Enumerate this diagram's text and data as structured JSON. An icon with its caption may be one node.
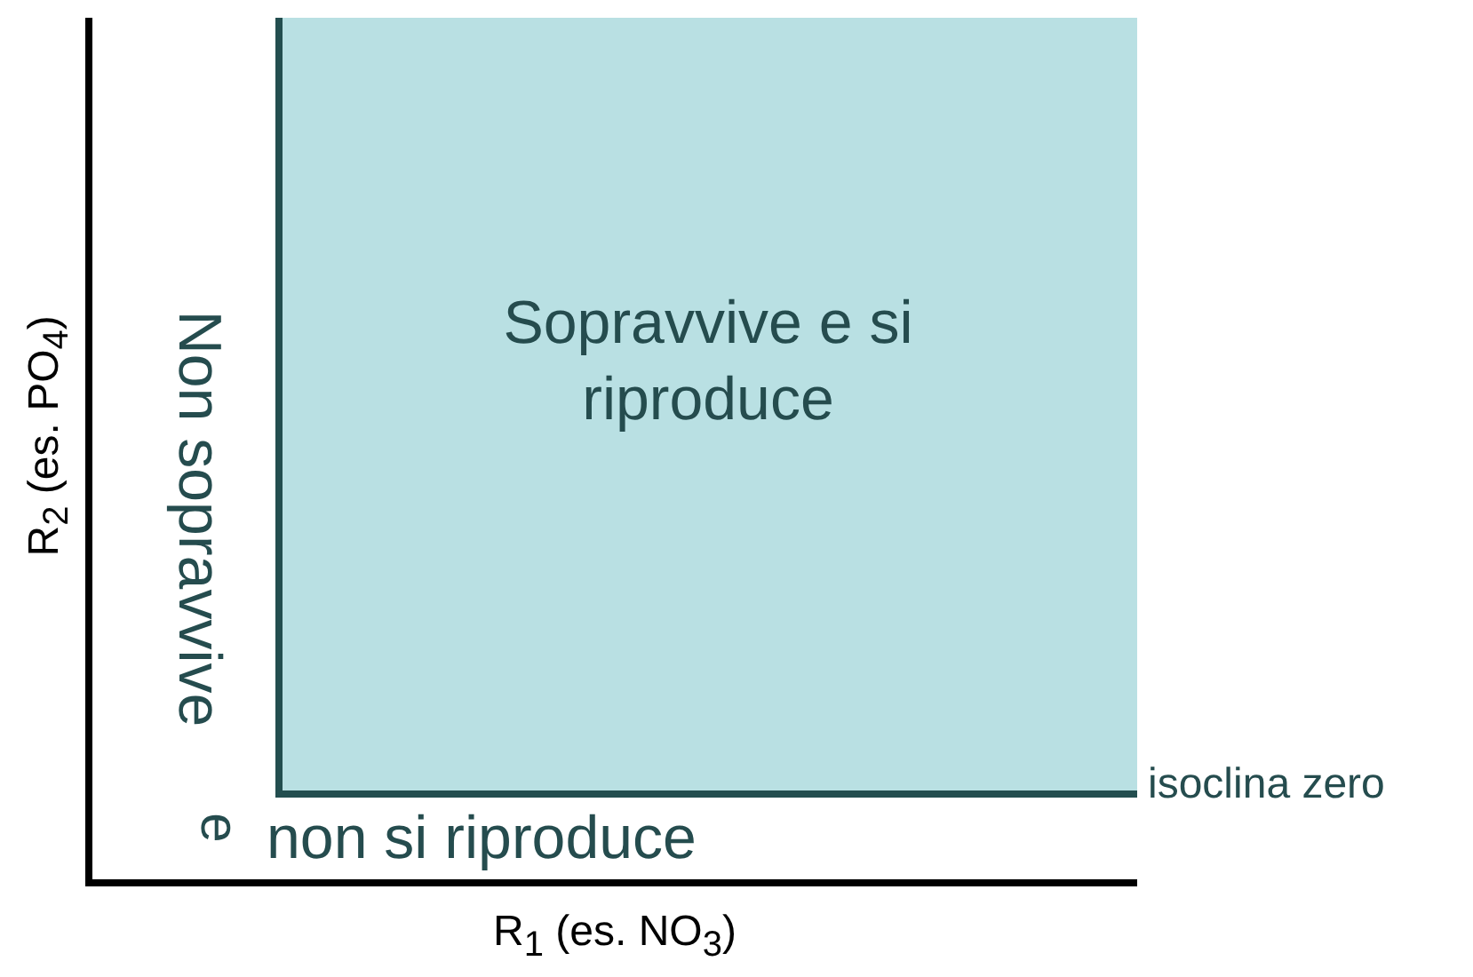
{
  "diagram": {
    "nodes": [
      {
        "text": [
          "Sopravvive e si riproduce"
        ]
      }
    ],
    "edges": [],
    "labels": [
      "Non sopravvive",
      "e",
      "non si riproduce",
      "isoclina zero",
      "R$_{1}$ (es. NO$_{3}$)",
      "R$_{2}$ (es. PO$_{4}$)"
    ]
  }
}
